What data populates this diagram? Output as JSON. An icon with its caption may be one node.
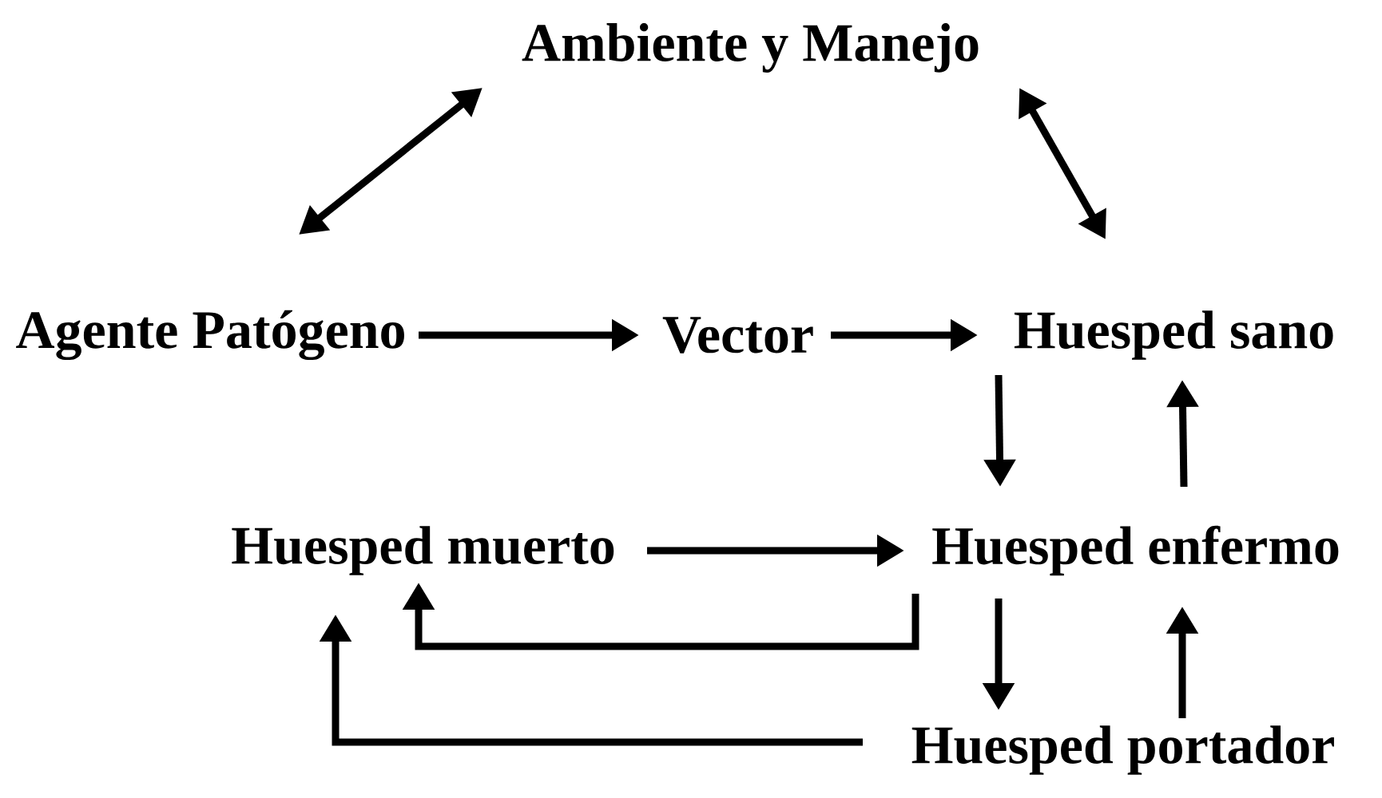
{
  "diagram": {
    "nodes": [
      {
        "text": [
          "Ambiente y Manejo"
        ]
      },
      {
        "text": [
          "Agente Patógeno"
        ]
      },
      {
        "text": [
          "Vector"
        ]
      },
      {
        "text": [
          "Huesped sano"
        ]
      },
      {
        "text": [
          "Huesped muerto"
        ]
      },
      {
        "text": [
          "Huesped enfermo"
        ]
      },
      {
        "text": [
          "Huesped portador"
        ]
      }
    ],
    "edges": [
      {
        "from": 0,
        "to": 1,
        "arrow": "both"
      },
      {
        "from": 0,
        "to": 3,
        "arrow": "both"
      },
      {
        "from": 1,
        "to": 2,
        "arrow": "to"
      },
      {
        "from": 2,
        "to": 3,
        "arrow": "to"
      },
      {
        "from": 3,
        "to": 5,
        "arrow": "to"
      },
      {
        "from": 5,
        "to": 3,
        "arrow": "to"
      },
      {
        "from": 4,
        "to": 5,
        "arrow": "to"
      },
      {
        "from": 5,
        "to": 6,
        "arrow": "to"
      },
      {
        "from": 6,
        "to": 5,
        "arrow": "to"
      },
      {
        "from": 5,
        "to": 4,
        "arrow": "to"
      },
      {
        "from": 6,
        "to": 4,
        "arrow": "to"
      }
    ]
  }
}
